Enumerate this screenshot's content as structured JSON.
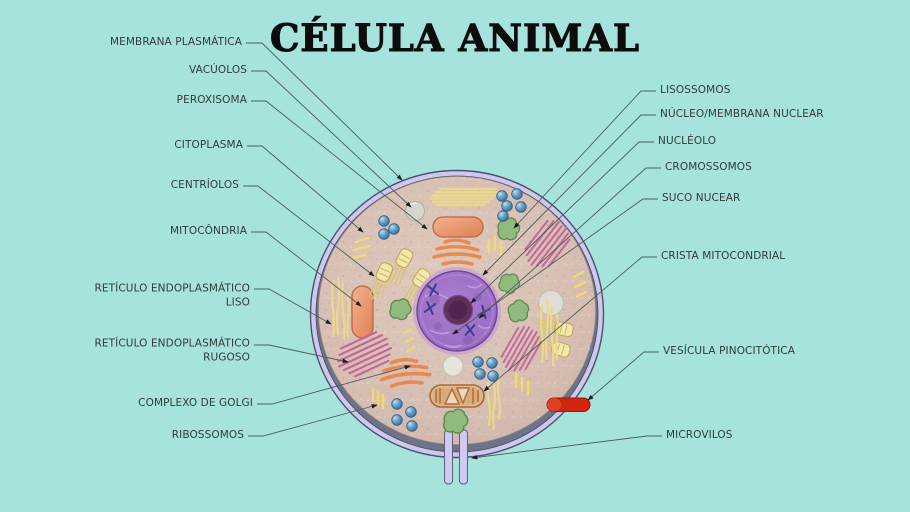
{
  "title": "CÉLULA ANIMAL",
  "labels": {
    "left": [
      "MEMBRANA PLASMÁTICA",
      "VACÚOLOS",
      "PEROXISOMA",
      "CITOPLASMA",
      "CENTRÍOLOS",
      "MITOCÔNDRIA",
      "RETÍCULO ENDOPLASMÁTICO LISO",
      "RETÍCULO ENDOPLASMÁTICO RUGOSO",
      "COMPLEXO DE GOLGI",
      "RIBOSSOMOS"
    ],
    "right": [
      "LISOSSOMOS",
      "NÚCLEO/MEMBRANA NUCLEAR",
      "NUCLÉOLO",
      "CROMOSSOMOS",
      "SUCO NUCEAR",
      "CRISTA MITOCONDRIAL",
      "VESÍCULA PINOCITÓTICA",
      "MICROVILOS"
    ]
  },
  "colors": {
    "background": "#a5e3dc",
    "cytoplasm": "#d6bdb2",
    "membrane": "#cdc9ee",
    "membrane_shadow": "#6d7487",
    "nucleus": "#9c6ec6",
    "nucleolus": "#5e305e",
    "mitochondria": "#e8956c",
    "lysosome": "#90ba7e",
    "ribosome": "#4a86b0",
    "er_smooth": "#ecd88a",
    "er_rough": "#c4689c",
    "golgi": "#e9894c",
    "pinocytotic_vesicle": "#d2240e",
    "leader": "#4e5d5d",
    "title_color": "#0d0d0d",
    "label_color": "#333a3a"
  }
}
